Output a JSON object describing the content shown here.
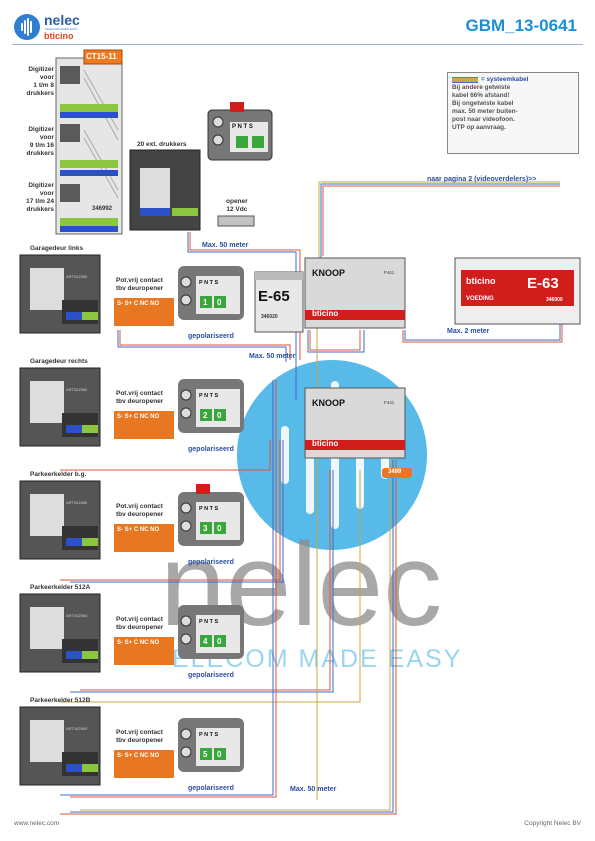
{
  "header": {
    "brand": "nelec",
    "brand_tagline": "TELECOM MADE EASY",
    "sub_brand": "bticino",
    "doc_code": "GBM_13-0641"
  },
  "notes": {
    "legend_label": "= systeemkabel",
    "lines": [
      "Bij andere getwiste",
      "kabel 66% afstand!",
      "Bij ongetwiste kabel",
      "max. 50 meter buiten-",
      "post naar videofoon.",
      "UTP op aanvraag."
    ]
  },
  "digitizers": [
    {
      "label": [
        "Digitizer",
        "voor",
        "1 t/m 8",
        "drukkers"
      ]
    },
    {
      "label": [
        "Digitizer",
        "voor",
        "9 t/m 16",
        "drukkers"
      ]
    },
    {
      "label": [
        "Digitizer",
        "voor",
        "17 t/m 24",
        "drukkers"
      ]
    }
  ],
  "ct_label": "CT15-11",
  "digitizer_code": "346992",
  "ext_drukkers": "20 ext. drukkers",
  "opener": [
    "opener",
    "12 Vdc"
  ],
  "pagina2": "naar pagina 2 (videoverdelers)>>",
  "max50_top": "Max. 50 meter",
  "max50_mid": "Max. 50 meter",
  "max50_bot": "Max. 50 meter",
  "max2": "Max. 2 meter",
  "e65": {
    "name": "E-65",
    "code": "346020"
  },
  "e63": {
    "name": "E-63",
    "sub": "VOEDING",
    "code": "346000"
  },
  "knoop": "KNOOP",
  "knoop_code": "F441",
  "res": "3499",
  "panel_code": "ART342560",
  "panels": [
    {
      "title": "Garagedeur links",
      "addr": [
        "1",
        "0"
      ]
    },
    {
      "title": "Garagedeur rechts",
      "addr": [
        "2",
        "0"
      ]
    },
    {
      "title": "Parkeerkelder b.g.",
      "addr": [
        "3",
        "0"
      ]
    },
    {
      "title": "Parkeerkelder 512A",
      "addr": [
        "4",
        "0"
      ]
    },
    {
      "title": "Parkeerkelder 512B",
      "addr": [
        "5",
        "0"
      ]
    }
  ],
  "relay": {
    "line1": "Pot.vrij contact",
    "line2": "tbv deuropener",
    "terms": "S-  S+ C NC NO"
  },
  "gepolariseerd": "gepolariseerd",
  "pnts": "P N T S",
  "footer": {
    "left": "www.nelec.com",
    "right": "Copyright Nelec BV"
  }
}
